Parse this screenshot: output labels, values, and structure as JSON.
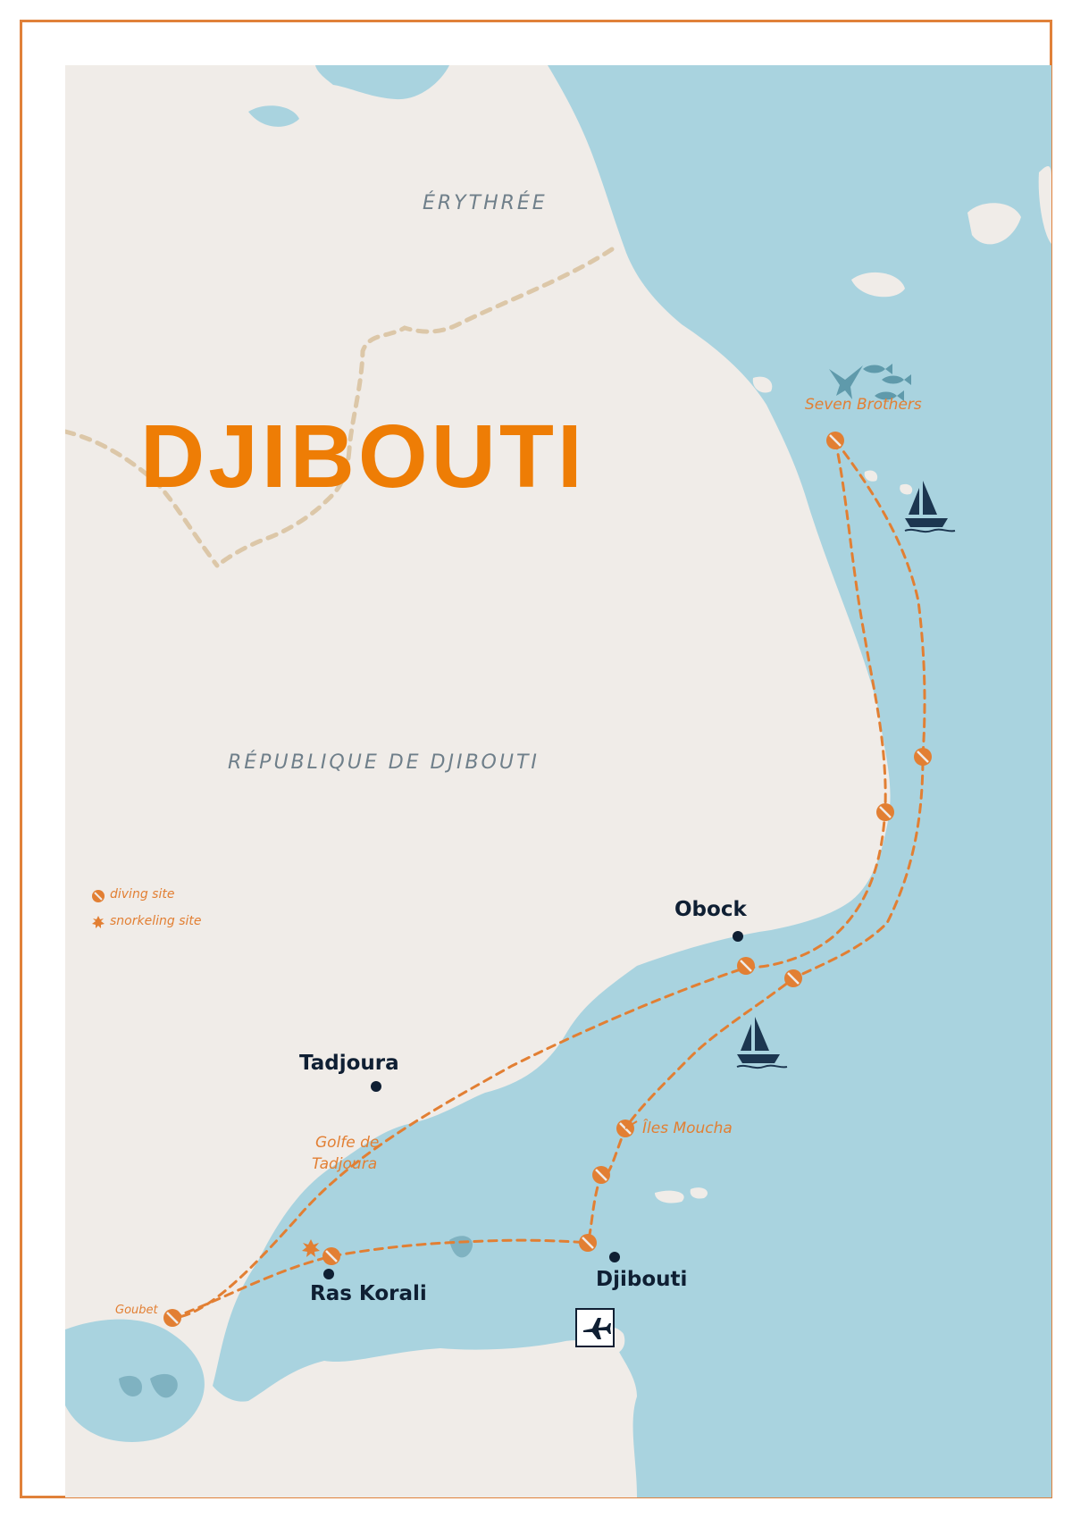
{
  "title": "DJIBOUTI",
  "labels": {
    "eritrea": "ÉRYTHRÉE",
    "republic": "RÉPUBLIQUE DE DJIBOUTI"
  },
  "cities": {
    "obock": "Obock",
    "tadjoura": "Tadjoura",
    "ras_korali": "Ras Korali",
    "djibouti": "Djibouti"
  },
  "sites": {
    "seven_brothers": "Seven Brothers",
    "iles_moucha": "Îles Moucha",
    "golfe_line1": "Golfe de",
    "golfe_line2": "Tadjoura",
    "goubet": "Goubet"
  },
  "legend": {
    "diving": "diving site",
    "snorkeling": "snorkeling site"
  },
  "icons": [
    "airport-icon",
    "sailboat-icon",
    "manta-ray-icon",
    "fish-icon",
    "diving-site-icon",
    "snorkeling-site-icon"
  ],
  "colors": {
    "frame": "#e0813a",
    "title": "#ee7d05",
    "route": "#e27f33",
    "sea": "#a9d3df",
    "land": "#f0ece8",
    "border": "#dcc7a8",
    "city_dot": "#0f1f33"
  }
}
